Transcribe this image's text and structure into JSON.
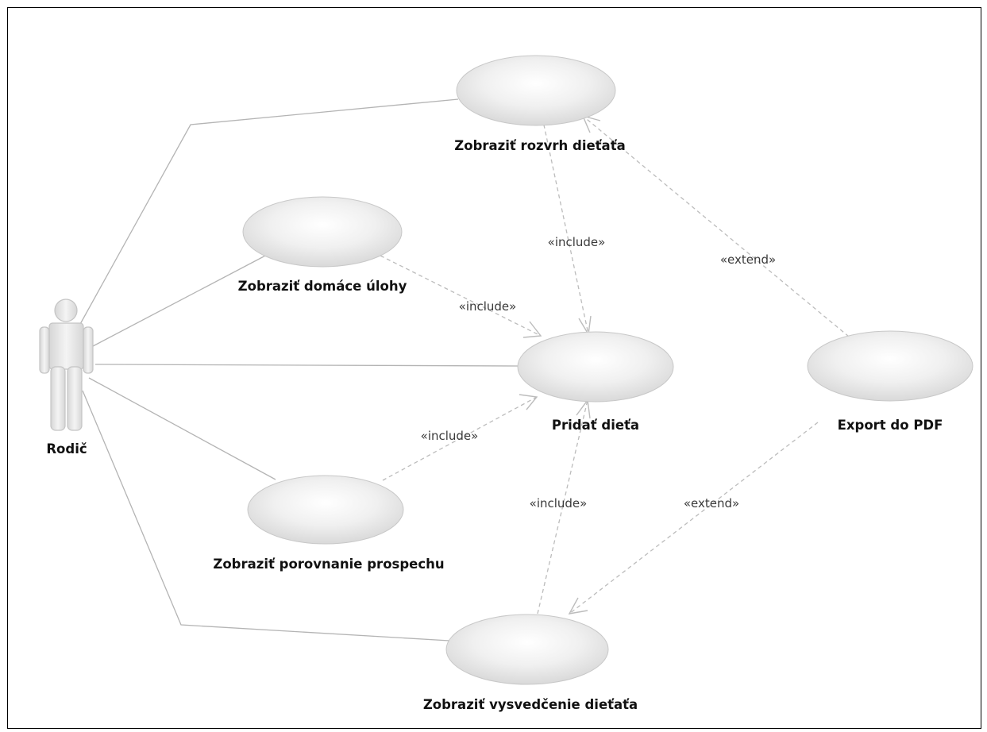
{
  "diagram": {
    "type": "uml-use-case",
    "actor": {
      "name": "Rodič"
    },
    "use_cases": [
      {
        "id": "rozvrh",
        "label": "Zobraziť rozvrh dieťaťa"
      },
      {
        "id": "ulohy",
        "label": "Zobraziť domáce úlohy"
      },
      {
        "id": "pridat",
        "label": "Pridať dieťa"
      },
      {
        "id": "export",
        "label": "Export do PDF"
      },
      {
        "id": "porovnanie",
        "label": "Zobraziť porovnanie prospechu"
      },
      {
        "id": "vysvedcenie",
        "label": "Zobraziť vysvedčenie dieťaťa"
      }
    ],
    "stereotypes": {
      "include": "«include»",
      "extend": "«extend»"
    },
    "associations": [
      {
        "from": "actor",
        "to": "rozvrh"
      },
      {
        "from": "actor",
        "to": "ulohy"
      },
      {
        "from": "actor",
        "to": "pridat"
      },
      {
        "from": "actor",
        "to": "porovnanie"
      },
      {
        "from": "actor",
        "to": "vysvedcenie"
      }
    ],
    "dependencies": [
      {
        "from": "rozvrh",
        "to": "pridat",
        "kind": "include"
      },
      {
        "from": "ulohy",
        "to": "pridat",
        "kind": "include"
      },
      {
        "from": "porovnanie",
        "to": "pridat",
        "kind": "include"
      },
      {
        "from": "vysvedcenie",
        "to": "pridat",
        "kind": "include"
      },
      {
        "from": "export",
        "to": "rozvrh",
        "kind": "extend"
      },
      {
        "from": "export",
        "to": "vysvedcenie",
        "kind": "extend"
      }
    ]
  }
}
